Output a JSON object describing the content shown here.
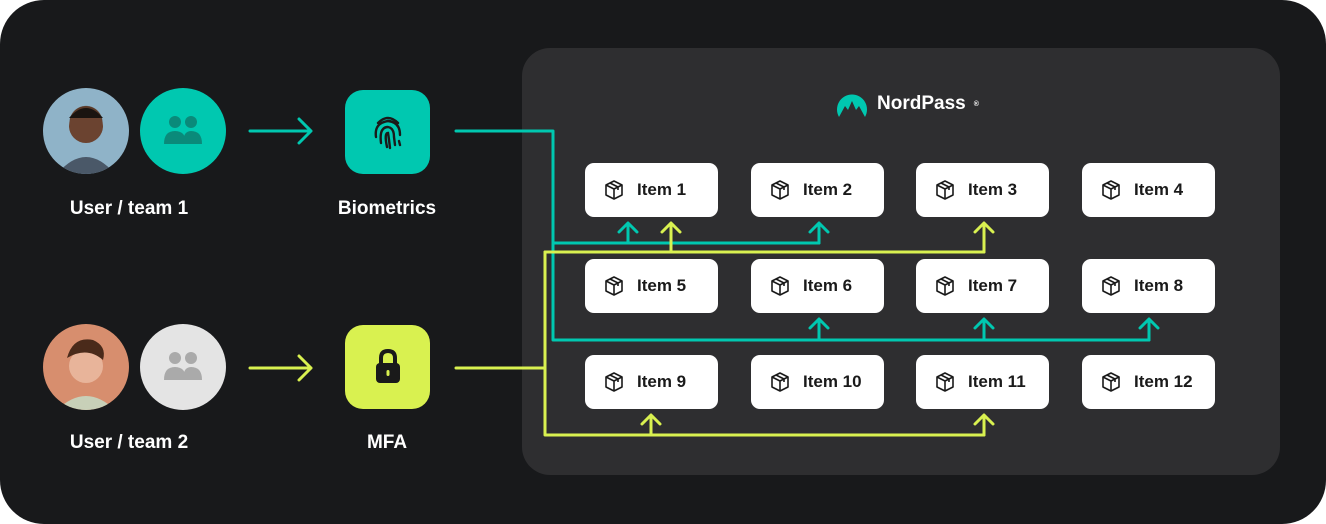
{
  "colors": {
    "teal": "#00c8b0",
    "lime": "#d9f150",
    "background": "#18191b",
    "panel": "#2e2e30"
  },
  "users": [
    {
      "label": "User / team 1",
      "method": "Biometrics",
      "method_icon": "fingerprint-icon"
    },
    {
      "label": "User / team 2",
      "method": "MFA",
      "method_icon": "lock-icon"
    }
  ],
  "brand": {
    "name": "NordPass",
    "mark": "®"
  },
  "items": [
    "Item 1",
    "Item 2",
    "Item 3",
    "Item 4",
    "Item 5",
    "Item 6",
    "Item 7",
    "Item 8",
    "Item 9",
    "Item 10",
    "Item 11",
    "Item 12"
  ]
}
